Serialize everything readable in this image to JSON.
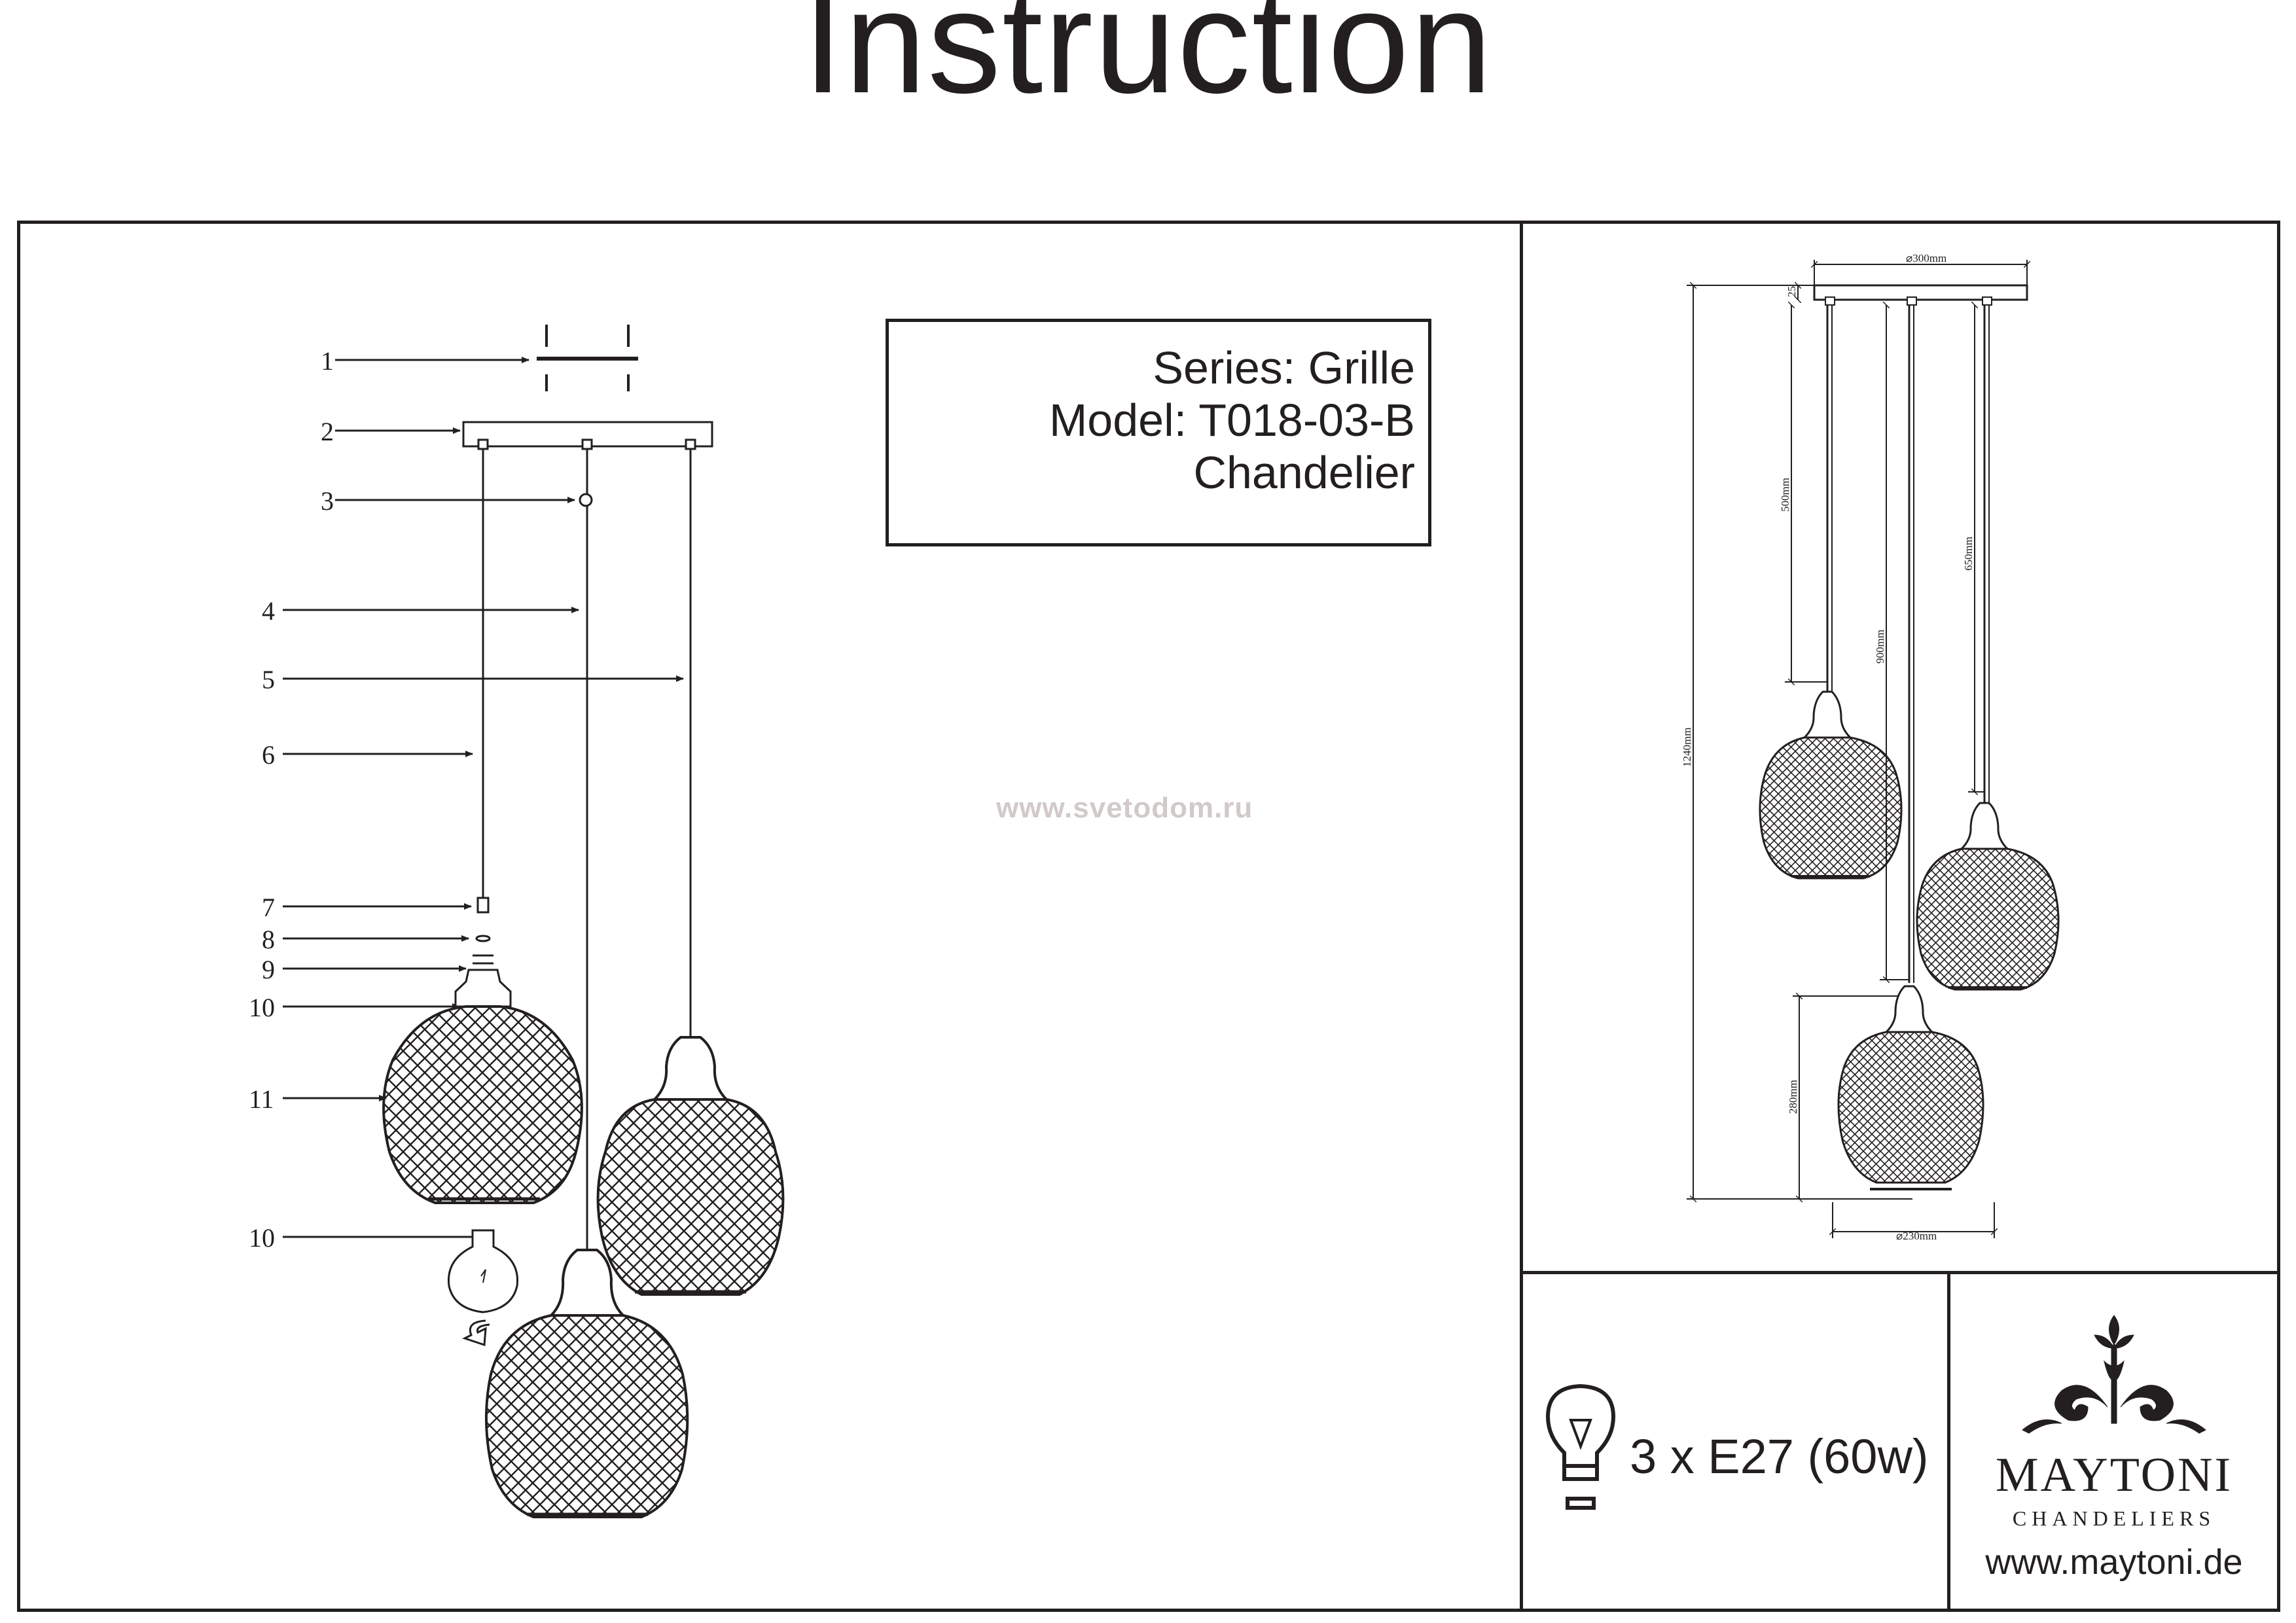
{
  "page": {
    "title": "Instruction"
  },
  "info": {
    "series": "Series: Grille",
    "model": "Model: T018-03-B",
    "type": "Chandelier"
  },
  "watermark": "www.svetodom.ru",
  "callouts": [
    "1",
    "2",
    "3",
    "4",
    "5",
    "6",
    "7",
    "8",
    "9",
    "10",
    "11",
    "10"
  ],
  "dimensions": {
    "canopy_diameter": "⌀300mm",
    "canopy_height": "25",
    "cord_short": "500mm",
    "cord_long": "900mm",
    "cord_mid": "650mm",
    "total_height": "1240mm",
    "shade_height": "280mm",
    "shade_diameter": "⌀230mm"
  },
  "lamp": {
    "spec": "3 x E27 (60w)",
    "icon": "light-bulb-icon"
  },
  "brand": {
    "name": "MAYTONI",
    "subtitle": "CHANDELIERS",
    "website": "www.maytoni.de",
    "logo_icon": "fleur-ornament-icon"
  },
  "colors": {
    "ink": "#231f20",
    "watermark": "#d2c9c9",
    "background": "#ffffff"
  }
}
